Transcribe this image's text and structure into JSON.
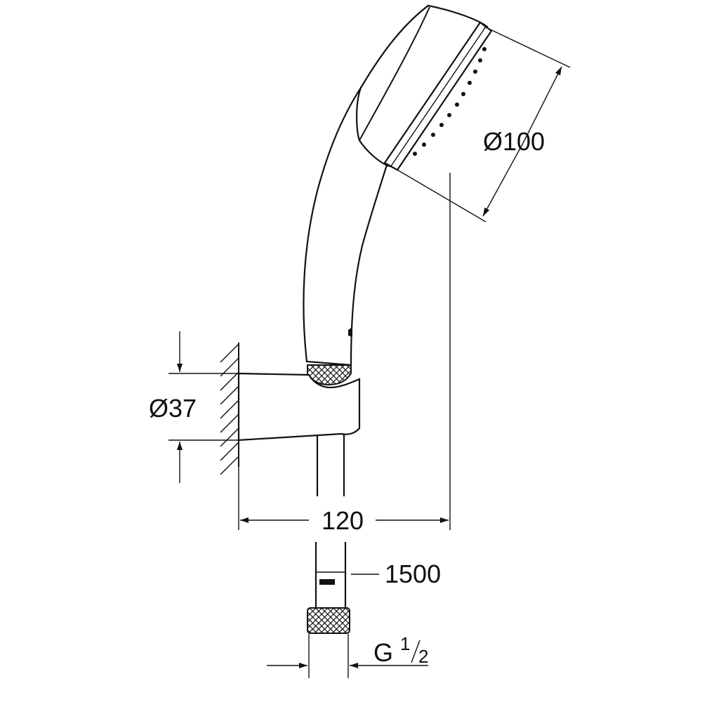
{
  "dimensions": {
    "head_diameter": "Ø100",
    "holder_diameter": "Ø37",
    "projection": "120",
    "hose_length": "1500",
    "thread_main": "G",
    "thread_num": "1",
    "thread_den": "2"
  }
}
